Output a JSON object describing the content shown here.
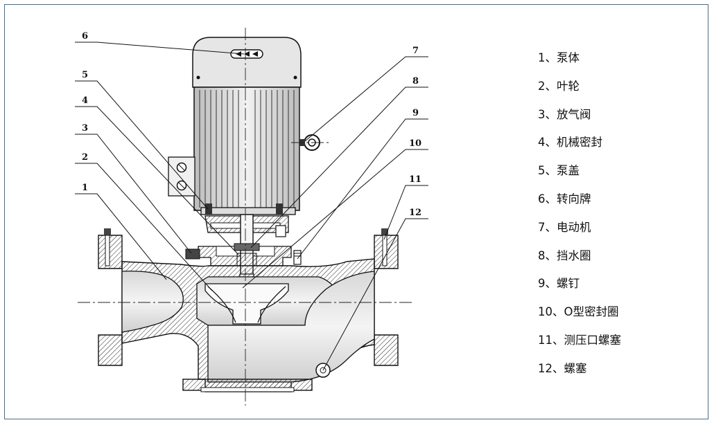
{
  "callouts": [
    "1",
    "2",
    "3",
    "4",
    "5",
    "6",
    "7",
    "8",
    "9",
    "10",
    "11",
    "12"
  ],
  "legend": [
    "1、泵体",
    "2、叶轮",
    "3、放气阀",
    "4、机械密封",
    "5、泵盖",
    "6、转向牌",
    "7、电动机",
    "8、挡水圈",
    "9、螺钉",
    "10、O型密封圈",
    "11、测压口螺塞",
    "12、螺塞"
  ]
}
